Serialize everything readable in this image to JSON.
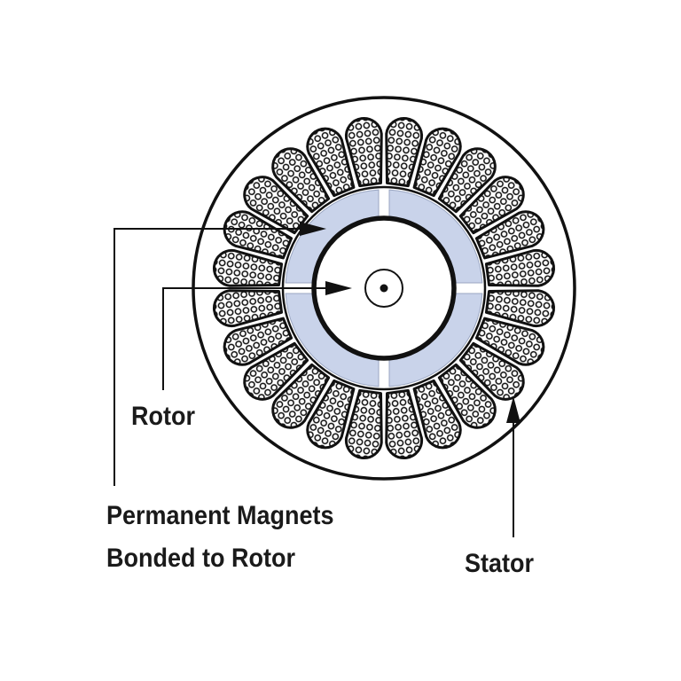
{
  "labels": {
    "rotor": "Rotor",
    "magnets_line1": "Permanent Magnets",
    "magnets_line2": "Bonded to Rotor",
    "stator": "Stator"
  },
  "motor": {
    "stator_slots": 24,
    "magnet_segments": 4
  },
  "colors": {
    "line": "#111111",
    "magnet_fill": "#c9d3ea",
    "background": "#ffffff"
  }
}
